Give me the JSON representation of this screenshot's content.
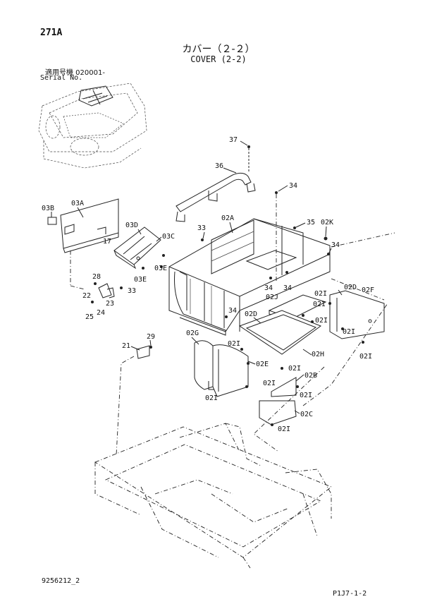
{
  "page_code": "271A",
  "title_jp": "カバー（２-２）",
  "title_en": "COVER (2-2)",
  "serial_label_jp": "適用号機  020001-",
  "serial_label_en": "Serial No.",
  "footer_left": "9256212_2",
  "footer_right": "P1J7-1-2",
  "callouts": {
    "c37": "37",
    "c36": "36",
    "c34a": "34",
    "c35": "35",
    "c02K": "02K",
    "c34b": "34",
    "c03B": "03B",
    "c03A": "03A",
    "c03D": "03D",
    "c03C": "03C",
    "c17": "17",
    "c03E": "03E",
    "c33a": "33",
    "c02A": "02A",
    "c28": "28",
    "c22": "22",
    "c23": "23",
    "c33b": "33",
    "c24": "24",
    "c25": "25",
    "c34c": "34",
    "c34d": "34",
    "c02J": "02J",
    "c02I_a": "02I",
    "c02D": "02D",
    "c02F": "02F",
    "c02I_b": "02I",
    "c34e": "34",
    "c02D_b": "02D",
    "c02I_c": "02I",
    "c02I_d": "02I",
    "c02H": "02H",
    "c02I_e": "02I",
    "c02G": "02G",
    "c29": "29",
    "c21": "21",
    "c02E": "02E",
    "c02I_f": "02I",
    "c02B": "02B",
    "c02I_g": "02I",
    "c02I_h": "02I",
    "c02I_i": "02I",
    "c02C": "02C",
    "c02I_j": "02I"
  }
}
